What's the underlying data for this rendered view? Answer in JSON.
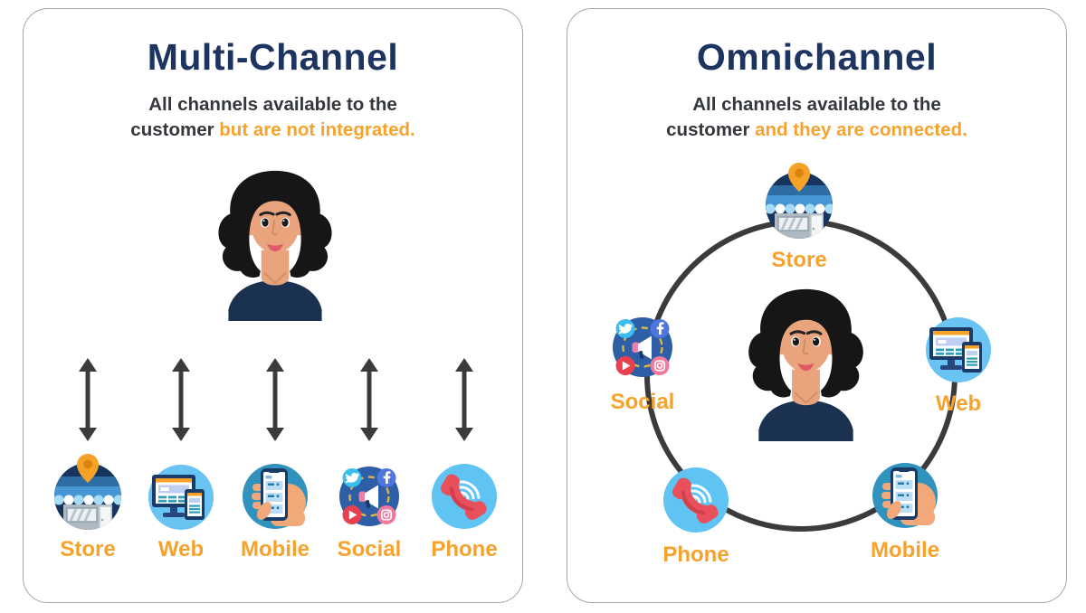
{
  "colors": {
    "title_navy": "#1D3461",
    "accent_orange": "#F6A22C",
    "body_text": "#34373C",
    "arrow_dark": "#3B3B3D",
    "ring_dark": "#3B3B3D"
  },
  "left_panel": {
    "title": "Multi-Channel",
    "subtitle": {
      "line1": "All channels available to the",
      "line2_plain": "customer",
      "line2_highlight": "but are not integrated."
    },
    "avatar": "customer-avatar",
    "channels": [
      {
        "label": "Store",
        "icon": "store-icon"
      },
      {
        "label": "Web",
        "icon": "web-icon"
      },
      {
        "label": "Mobile",
        "icon": "mobile-icon"
      },
      {
        "label": "Social",
        "icon": "social-icon"
      },
      {
        "label": "Phone",
        "icon": "phone-icon"
      }
    ]
  },
  "right_panel": {
    "title": "Omnichannel",
    "subtitle": {
      "line1": "All channels available to the",
      "line2_plain": "customer",
      "line2_highlight": "and they are connected."
    },
    "avatar": "customer-avatar",
    "channels": [
      {
        "label": "Store",
        "icon": "store-icon"
      },
      {
        "label": "Social",
        "icon": "social-icon"
      },
      {
        "label": "Web",
        "icon": "web-icon"
      },
      {
        "label": "Phone",
        "icon": "phone-icon"
      },
      {
        "label": "Mobile",
        "icon": "mobile-icon"
      }
    ]
  }
}
